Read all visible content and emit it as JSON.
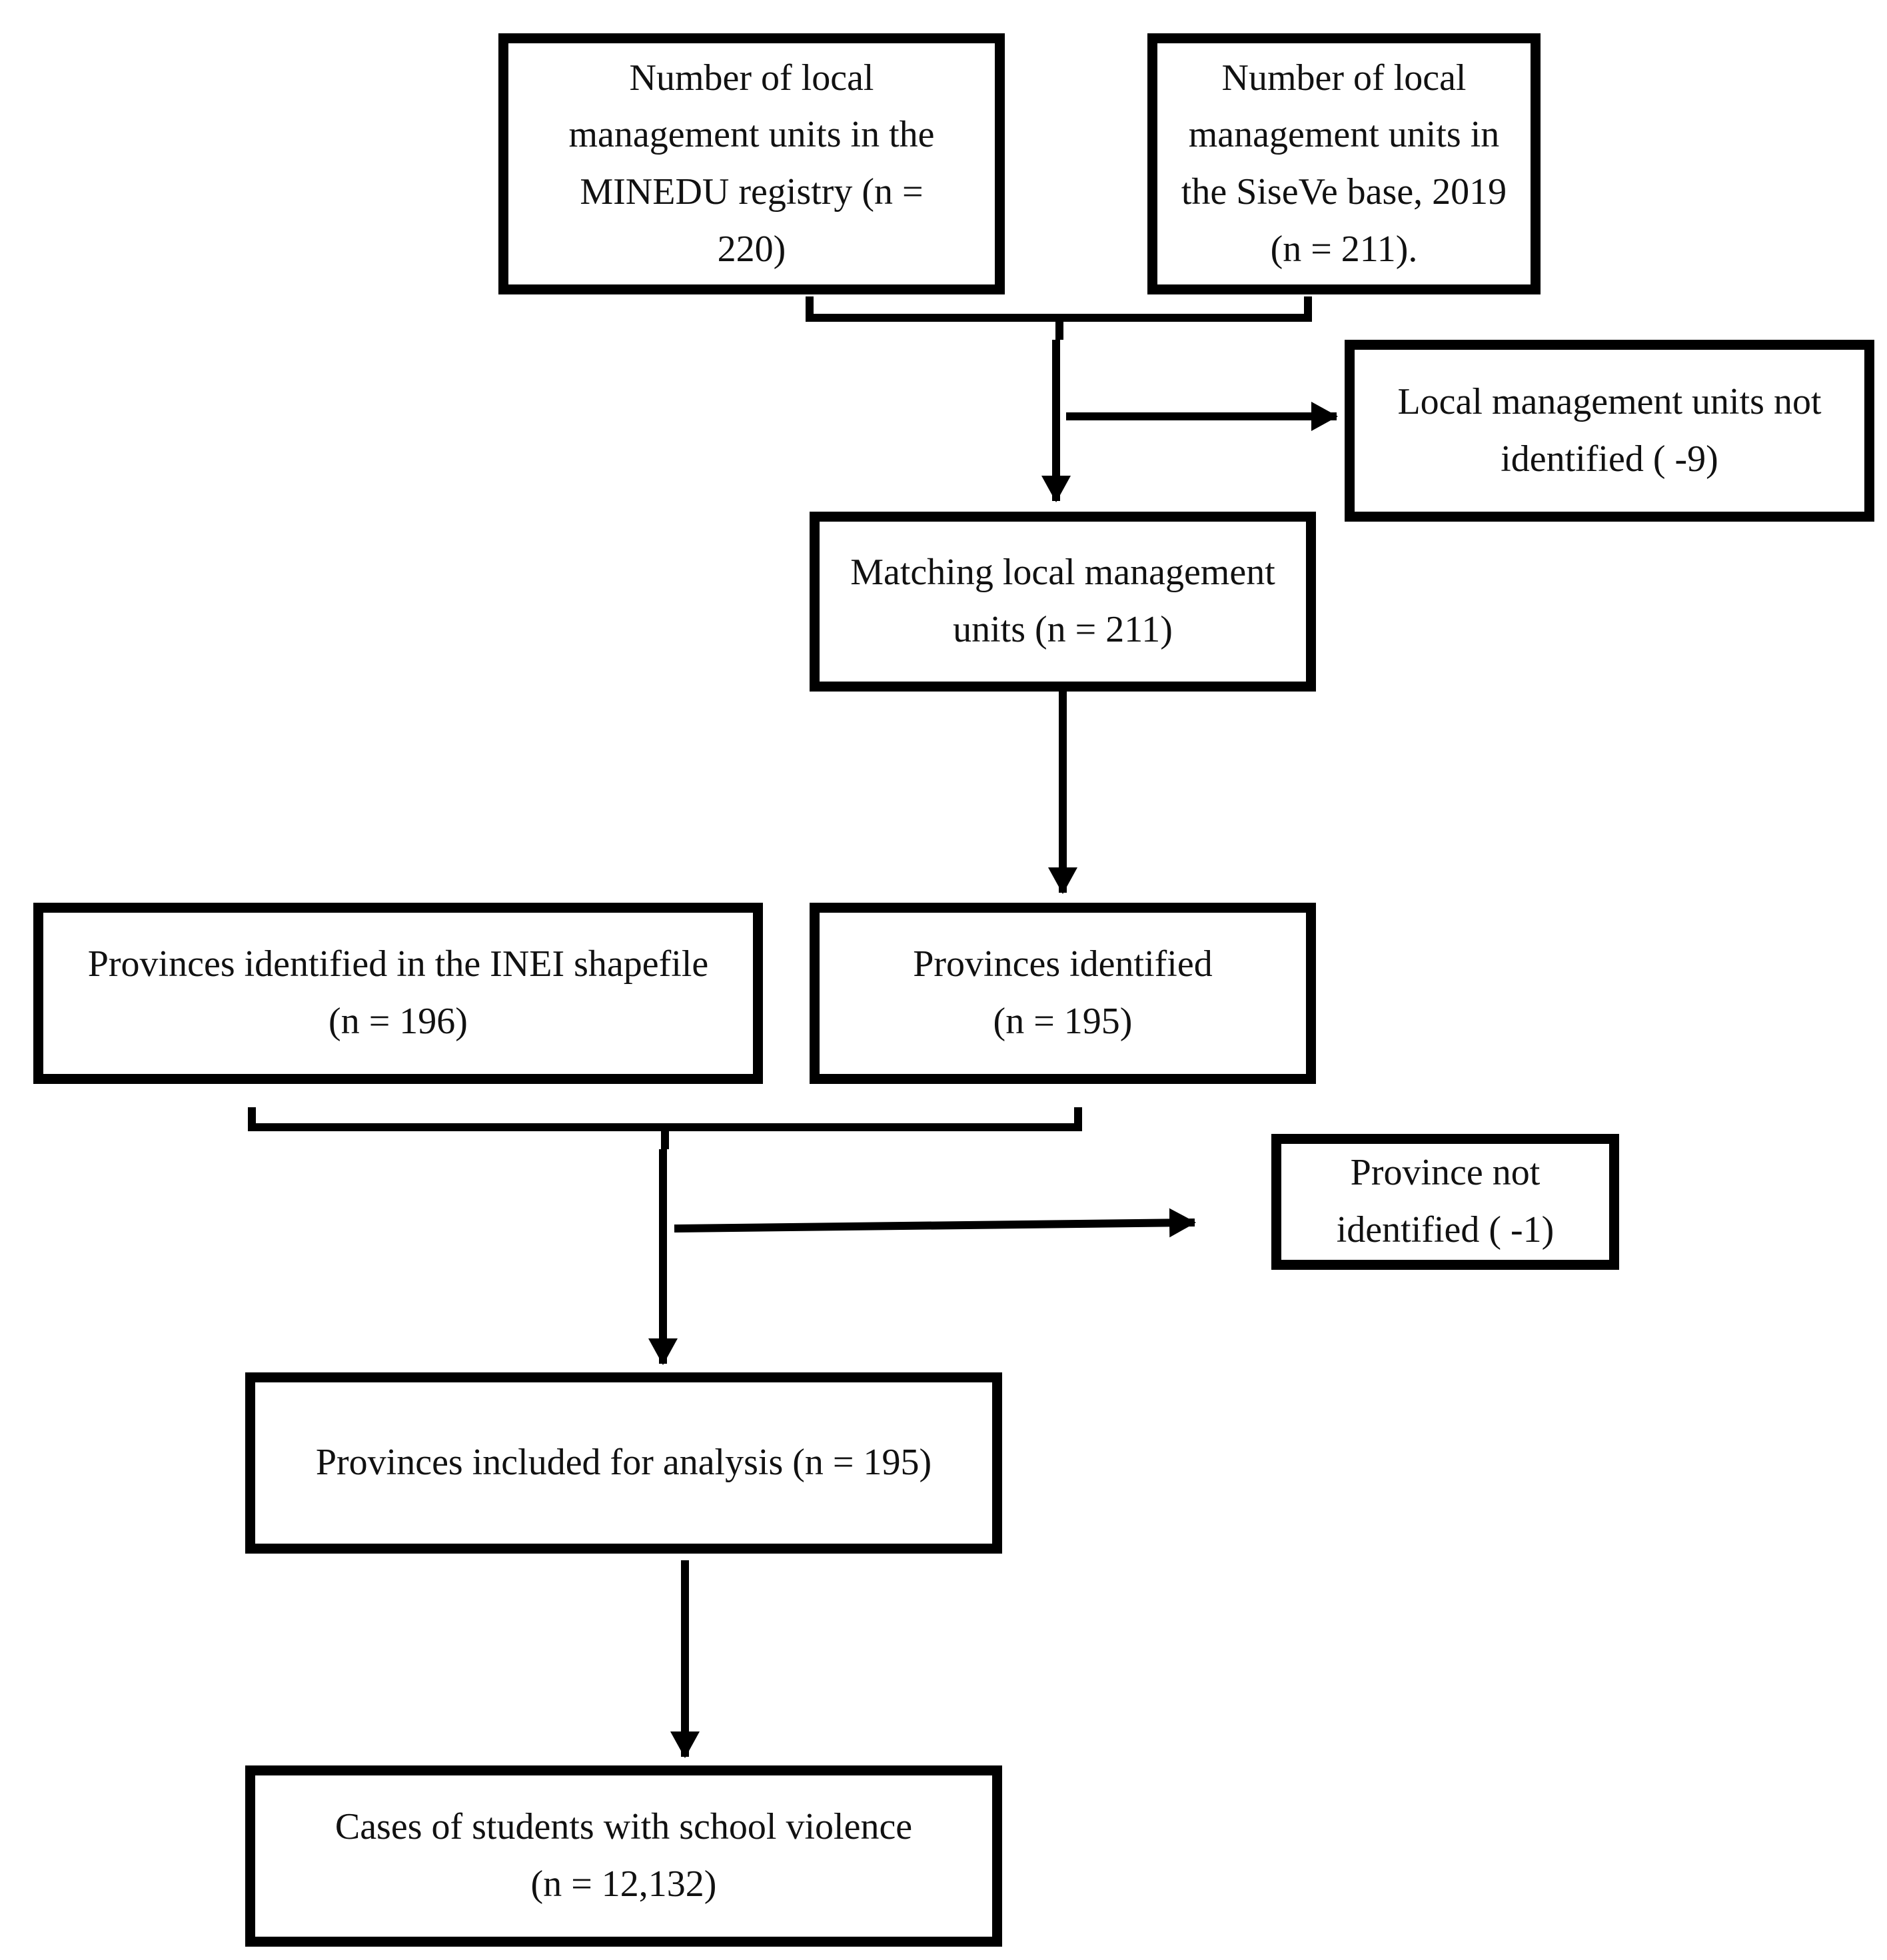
{
  "boxes": {
    "minedu": "Number of local\nmanagement units in the\nMINEDU registry (n =\n220)",
    "siseve": "Number of local\nmanagement units in\nthe SiseVe base, 2019\n(n = 211).",
    "not_identified_units": "Local management units not\nidentified ( -9)",
    "matching": "Matching local management\nunits (n = 211)",
    "inei": "Provinces identified in the INEI shapefile\n(n = 196)",
    "provinces_identified": "Provinces identified\n(n = 195)",
    "province_not_identified": "Province not\nidentified ( -1)",
    "included": "Provinces included for analysis (n = 195)",
    "cases": "Cases of students with school violence\n(n  = 12,132)"
  }
}
